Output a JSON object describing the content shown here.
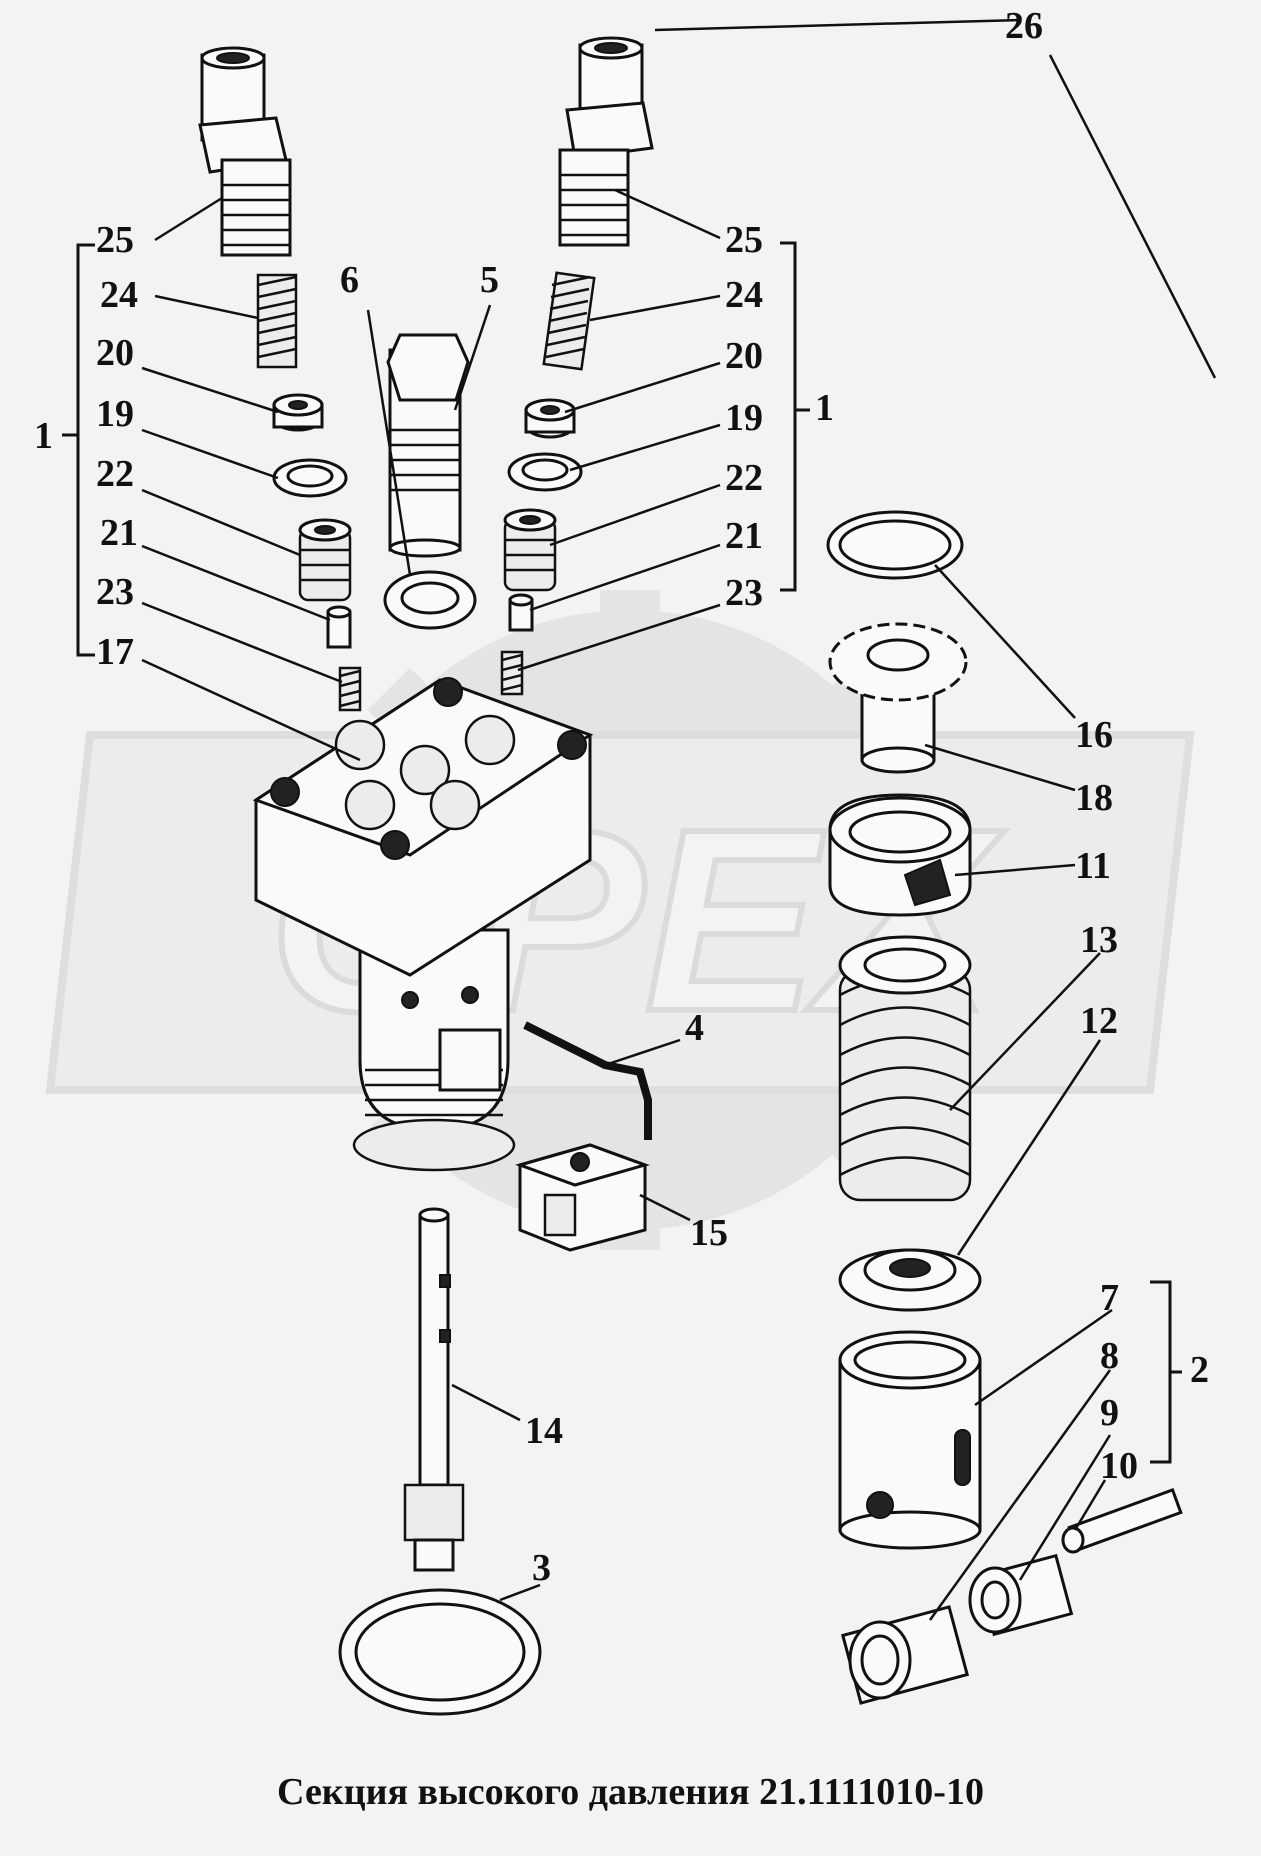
{
  "caption": "Секция высокого давления 21.1111010-10",
  "watermark": "OPEX",
  "callouts": [
    "1",
    "2",
    "3",
    "4",
    "5",
    "6",
    "7",
    "8",
    "9",
    "10",
    "11",
    "12",
    "13",
    "14",
    "15",
    "16",
    "17",
    "18",
    "19",
    "20",
    "21",
    "22",
    "23",
    "24",
    "25",
    "26"
  ],
  "bracket_labels": {
    "left_group": "1",
    "right_group": "1",
    "bottom_right_group": "2"
  }
}
